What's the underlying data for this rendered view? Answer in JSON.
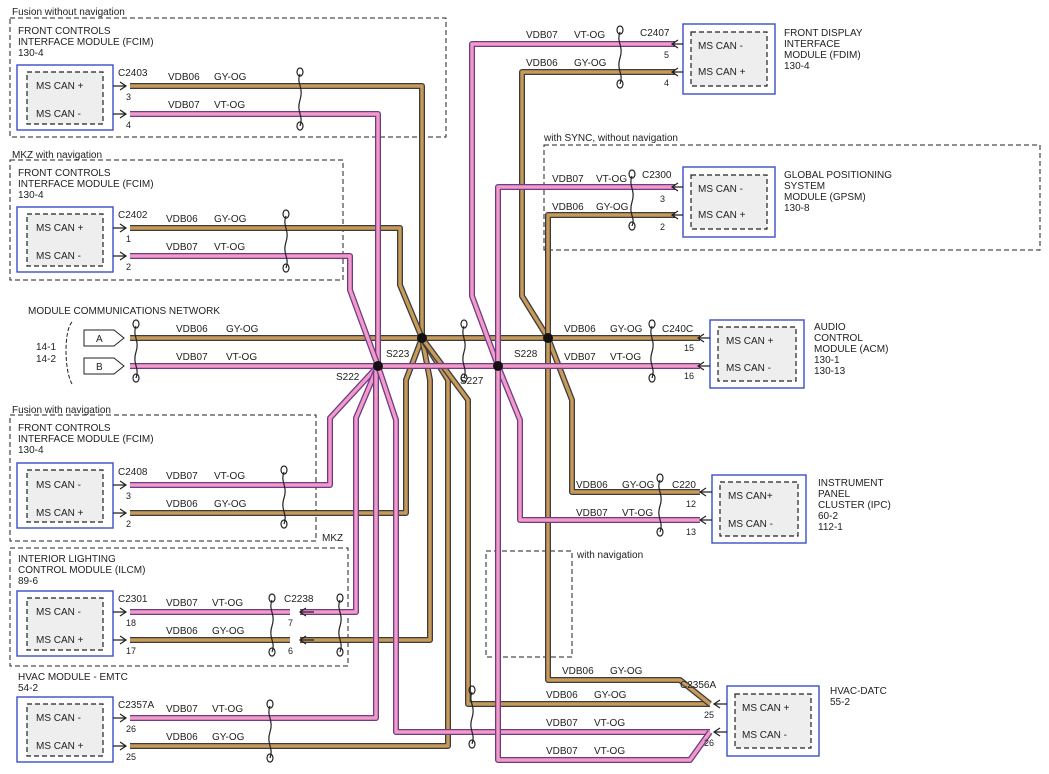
{
  "wire_colors": {
    "VDB07": "#f39ac6",
    "VDB06": "#c79a5a",
    "outline_pink": "#6a3c8a",
    "outline_tan": "#3c3c3c",
    "module_border": "#3a4ec8"
  },
  "groups": [
    {
      "id": "fusion-no-nav",
      "label": "Fusion without navigation"
    },
    {
      "id": "mkz-nav",
      "label": "MKZ with navigation"
    },
    {
      "id": "fusion-nav",
      "label": "Fusion with navigation"
    },
    {
      "id": "sync-no-nav",
      "label": "with SYNC, without navigation"
    },
    {
      "id": "with-nav",
      "label": "with navigation"
    },
    {
      "id": "mkz-tag",
      "label": "MKZ"
    }
  ],
  "modules": [
    {
      "id": "fcim1",
      "name": [
        "FRONT CONTROLS",
        "INTERFACE MODULE (FCIM)"
      ],
      "ref": [
        "130-4"
      ],
      "pins": [
        "MS CAN +",
        "MS CAN -"
      ]
    },
    {
      "id": "fcim2",
      "name": [
        "FRONT CONTROLS",
        "INTERFACE MODULE (FCIM)"
      ],
      "ref": [
        "130-4"
      ],
      "pins": [
        "MS CAN +",
        "MS CAN -"
      ]
    },
    {
      "id": "fcim3",
      "name": [
        "FRONT CONTROLS",
        "INTERFACE MODULE (FCIM)"
      ],
      "ref": [
        "130-4"
      ],
      "pins": [
        "MS CAN -",
        "MS CAN +"
      ]
    },
    {
      "id": "ilcm",
      "name": [
        "INTERIOR LIGHTING",
        "CONTROL MODULE (ILCM)"
      ],
      "ref": [
        "89-6"
      ],
      "pins": [
        "MS CAN -",
        "MS CAN +"
      ]
    },
    {
      "id": "emtc",
      "name": [
        "HVAC MODULE - EMTC"
      ],
      "ref": [
        "54-2"
      ],
      "pins": [
        "MS CAN -",
        "MS CAN +"
      ]
    },
    {
      "id": "fdim",
      "name": [
        "FRONT DISPLAY",
        "INTERFACE",
        "MODULE (FDIM)"
      ],
      "ref": [
        "130-4"
      ],
      "pins": [
        "MS CAN -",
        "MS CAN +"
      ]
    },
    {
      "id": "gpsm",
      "name": [
        "GLOBAL POSITIONING",
        "SYSTEM",
        "MODULE (GPSM)"
      ],
      "ref": [
        "130-8"
      ],
      "pins": [
        "MS CAN -",
        "MS CAN +"
      ]
    },
    {
      "id": "acm",
      "name": [
        "AUDIO",
        "CONTROL",
        "MODULE (ACM)"
      ],
      "ref": [
        "130-1",
        "130-13"
      ],
      "pins": [
        "MS CAN +",
        "MS CAN -"
      ]
    },
    {
      "id": "ipc",
      "name": [
        "INSTRUMENT",
        "PANEL",
        "CLUSTER (IPC)"
      ],
      "ref": [
        "60-2",
        "112-1"
      ],
      "pins": [
        "MS CAN+",
        "MS CAN -"
      ]
    },
    {
      "id": "datc",
      "name": [
        "HVAC-DATC"
      ],
      "ref": [
        "55-2"
      ],
      "pins": [
        "MS CAN +",
        "MS CAN -"
      ]
    }
  ],
  "network": {
    "title": "MODULE COMMUNICATIONS NETWORK",
    "refs": [
      "14-1",
      "14-2"
    ],
    "terminals": [
      "A",
      "B"
    ]
  },
  "connectors": {
    "c2403": "C2403",
    "c2402": "C2402",
    "c2408": "C2408",
    "c2301": "C2301",
    "c2238": "C2238",
    "c2357a": "C2357A",
    "c2407": "C2407",
    "c2300": "C2300",
    "c240c": "C240C",
    "c220": "C220",
    "c2356a": "C2356A"
  },
  "splices": {
    "s223": "S223",
    "s222": "S222",
    "s227": "S227",
    "s228": "S228"
  },
  "wire_labels": {
    "vdb06": "VDB06",
    "vdb07": "VDB07",
    "gyog": "GY-OG",
    "vtog": "VT-OG"
  },
  "pins": {
    "p3": "3",
    "p4": "4",
    "p1": "1",
    "p2": "2",
    "p18": "18",
    "p17": "17",
    "p7": "7",
    "p6": "6",
    "p26": "26",
    "p25": "25",
    "p5": "5",
    "p15": "15",
    "p16": "16",
    "p12": "12",
    "p13": "13"
  }
}
